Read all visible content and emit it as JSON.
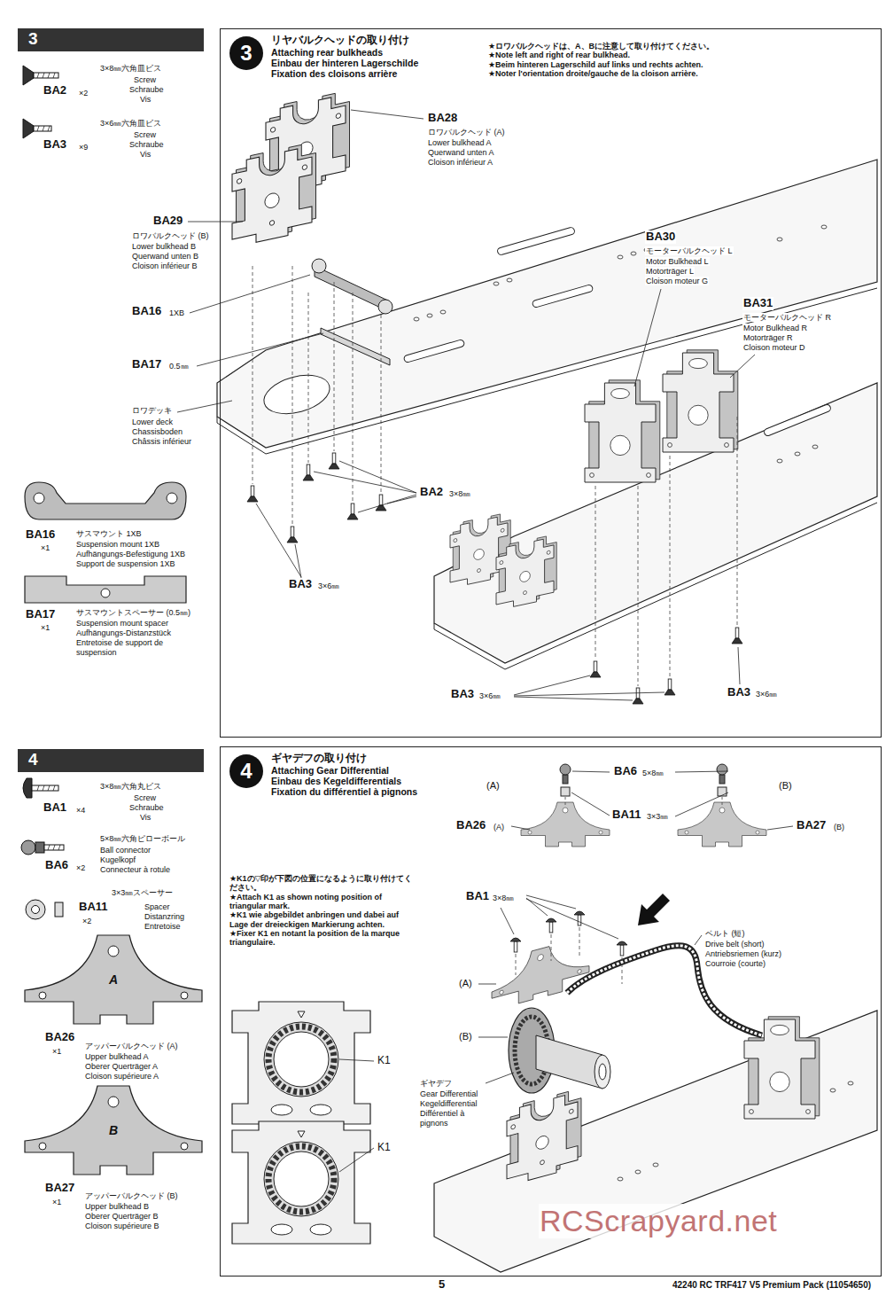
{
  "diagram": {
    "nodes": [
      {
        "text": [
          "3"
        ]
      },
      {
        "text": [
          "リヤバルクヘッドの取り付け",
          "Attaching rear bulkheads",
          "Einbau der hinteren Lagerschilde",
          "Fixation des cloisons arrière",
          "★ロワバルクヘッドは、A、Bに注意して取り付けてください。",
          "★Note left and right of rear bulkhead.",
          "★Beim hinteren Lagerschild auf links und rechts achten.",
          "★Noter l'orientation droite/gauche de la cloison arrière."
        ]
      },
      {
        "text": [
          "3"
        ],
        "in": 1
      },
      {
        "text": [
          "4"
        ]
      },
      {
        "text": [
          "ギヤデフの取り付け",
          "Attaching Gear Differential",
          "Einbau des Kegeldifferentials",
          "Fixation du différentiel à pignons",
          "★K1の▽印が下図の位置になるように取り付けてください。",
          "★Attach K1 as shown noting position of triangular mark.",
          "★K1 wie abgebildet anbringen und dabei auf Lage der dreieckigen Markierung achten.",
          "★Fixer K1 en notant la position de la marque triangulaire."
        ]
      },
      {
        "text": [
          "4"
        ],
        "in": 4
      }
    ],
    "labels": [
      "3×8㎜六角皿ビス",
      "Screw",
      "Schraube",
      "Vis",
      "BA2",
      "×2",
      "3×6㎜六角皿ビス",
      "Screw",
      "Schraube",
      "Vis",
      "BA3",
      "×9",
      "BA16",
      "×1",
      "サスマウント 1XB",
      "Suspension mount 1XB",
      "Aufhängungs-Befestigung 1XB",
      "Support de suspension 1XB",
      "BA17",
      "×1",
      "サスマウントスペーサー (0.5㎜)",
      "Suspension mount spacer",
      "Aufhängungs-Distanzstück",
      "Entretoise de support de",
      "suspension",
      "BA28",
      "ロワバルクヘッド (A)",
      "Lower bulkhead A",
      "Querwand unten A",
      "Cloison inférieur A",
      "BA29",
      "ロワバルクヘッド (B)",
      "Lower bulkhead B",
      "Querwand unten B",
      "Cloison inférieur B",
      "BA16",
      "1XB",
      "BA17",
      "0.5㎜",
      "ロワデッキ",
      "Lower deck",
      "Chassisboden",
      "Châssis inférieur",
      "BA2",
      "3×8㎜",
      "BA3",
      "3×6㎜",
      "BA30",
      "モーターバルクヘッド L",
      "Motor Bulkhead L",
      "Motorträger L",
      "Cloison moteur G",
      "BA31",
      "モーターバルクヘッド R",
      "Motor Bulkhead R",
      "Motorträger R",
      "Cloison moteur D",
      "BA3",
      "3×6㎜",
      "BA3",
      "3×6㎜",
      "3×8㎜六角丸ビス",
      "Screw",
      "Schraube",
      "Vis",
      "BA1",
      "×4",
      "5×8㎜六角ピローボール",
      "Ball connector",
      "Kugelkopf",
      "Connecteur à rotule",
      "BA6",
      "×2",
      "3×3㎜スペーサー",
      "BA11",
      "×2",
      "Spacer",
      "Distanzring",
      "Entretoise",
      "BA26",
      "×1",
      "アッパーバルクヘッド (A)",
      "Upper bulkhead A",
      "Oberer Querträger A",
      "Cloison supérieure A",
      "BA27",
      "×1",
      "アッパーバルクヘッド (B)",
      "Upper bulkhead B",
      "Oberer Querträger B",
      "Cloison supérieure B",
      "K1",
      "K1",
      "(A)",
      "(B)",
      "BA6",
      "5×8㎜",
      "BA11",
      "3×3㎜",
      "BA26",
      "(A)",
      "BA27",
      "(B)",
      "BA1",
      "3×8㎜",
      "ベルト (短)",
      "Drive belt (short)",
      "Antriebsriemen (kurz)",
      "Courroie (courte)",
      "(A)",
      "(B)",
      "ギヤデフ",
      "Gear Differential",
      "Kegeldifferential",
      "Différentiel à",
      "pignons",
      "RCScrapyard.net",
      "5",
      "42240 RC TRF417 V5 Premium Pack (11054650)",
      "A",
      "B"
    ]
  }
}
